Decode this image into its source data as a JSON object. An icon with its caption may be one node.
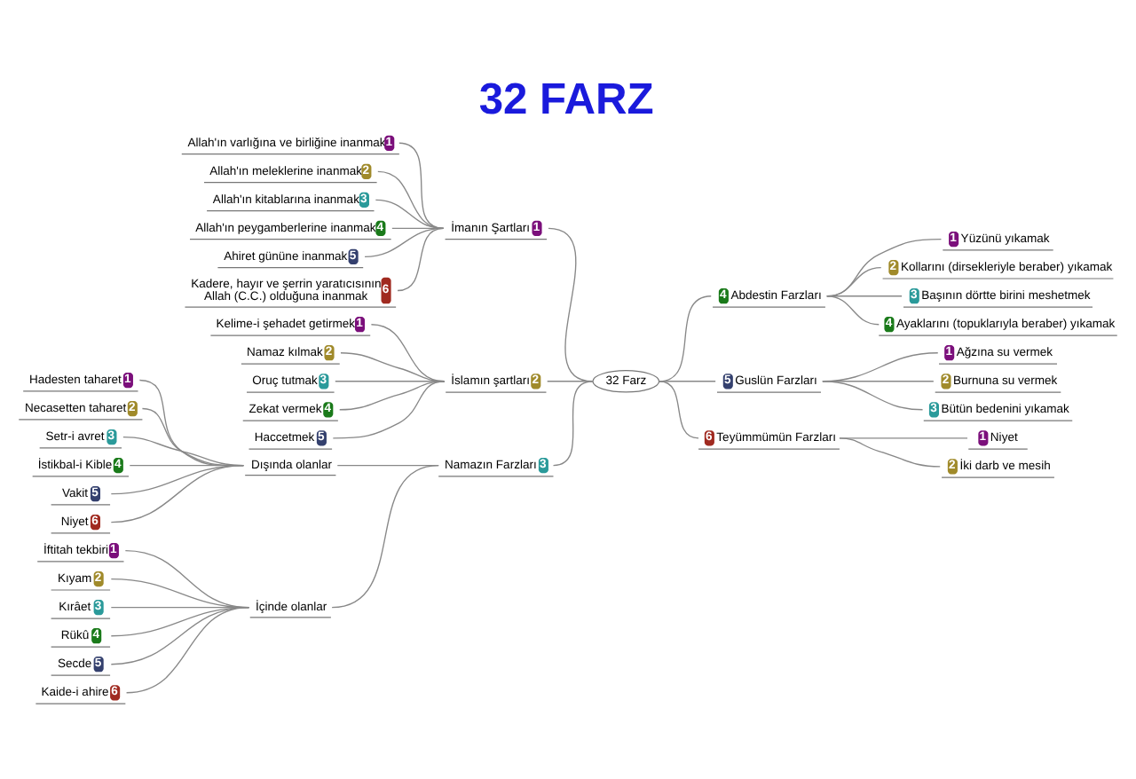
{
  "diagram": {
    "title": "32 FARZ",
    "nodes": [
      {
        "text": [
          "32 Farz"
        ]
      },
      {
        "text": [
          "İmanın Şartları",
          "1"
        ]
      },
      {
        "text": [
          "Allah'ın varlığına ve birliğine inanmak",
          "1"
        ]
      },
      {
        "text": [
          "Allah'ın meleklerine inanmak",
          "2"
        ]
      },
      {
        "text": [
          "Allah'ın kitablarına inanmak",
          "3"
        ]
      },
      {
        "text": [
          "Allah'ın peygamberlerine inanmak",
          "4"
        ]
      },
      {
        "text": [
          "Ahiret gününe inanmak",
          "5"
        ]
      },
      {
        "text": [
          "Kadere, hayır ve şerrin yaratıcısının Allah (C.C.) olduğuna inanmak",
          "6"
        ]
      },
      {
        "text": [
          "İslamın şartları",
          "2"
        ]
      },
      {
        "text": [
          "Kelime-i şehadet getirmek",
          "1"
        ]
      },
      {
        "text": [
          "Namaz kılmak",
          "2"
        ]
      },
      {
        "text": [
          "Oruç tutmak",
          "3"
        ]
      },
      {
        "text": [
          "Zekat vermek",
          "4"
        ]
      },
      {
        "text": [
          "Haccetmek",
          "5"
        ]
      },
      {
        "text": [
          "Namazın Farzları",
          "3"
        ]
      },
      {
        "text": [
          "Dışında olanlar"
        ]
      },
      {
        "text": [
          "Hadesten taharet",
          "1"
        ]
      },
      {
        "text": [
          "Necasetten taharet",
          "2"
        ]
      },
      {
        "text": [
          "Setr-i avret",
          "3"
        ]
      },
      {
        "text": [
          "İstikbal-i Kible",
          "4"
        ]
      },
      {
        "text": [
          "Vakit",
          "5"
        ]
      },
      {
        "text": [
          "Niyet",
          "6"
        ]
      },
      {
        "text": [
          "İçinde olanlar"
        ]
      },
      {
        "text": [
          "İftitah tekbiri",
          "1"
        ]
      },
      {
        "text": [
          "Kıyam",
          "2"
        ]
      },
      {
        "text": [
          "Kırâet",
          "3"
        ]
      },
      {
        "text": [
          "Rükû",
          "4"
        ]
      },
      {
        "text": [
          "Secde",
          "5"
        ]
      },
      {
        "text": [
          "Kaide-i ahire",
          "6"
        ]
      },
      {
        "text": [
          "4",
          "Abdestin Farzları"
        ]
      },
      {
        "text": [
          "1",
          "Yüzünü yıkamak"
        ]
      },
      {
        "text": [
          "2",
          "Kollarını (dirsekleriyle beraber) yıkamak"
        ]
      },
      {
        "text": [
          "3",
          "Başının dörtte birini meshetmek"
        ]
      },
      {
        "text": [
          "4",
          "Ayaklarını (topuklarıyla beraber) yıkamak"
        ]
      },
      {
        "text": [
          "5",
          "Guslün Farzları"
        ]
      },
      {
        "text": [
          "1",
          "Ağzına su vermek"
        ]
      },
      {
        "text": [
          "2",
          "Burnuna su vermek"
        ]
      },
      {
        "text": [
          "3",
          "Bütün bedenini yıkamak"
        ]
      },
      {
        "text": [
          "6",
          "Teyümmümün Farzları"
        ]
      },
      {
        "text": [
          "1",
          "Niyet"
        ]
      },
      {
        "text": [
          "2",
          "İki darb ve mesih"
        ]
      }
    ],
    "edges": [
      {
        "from": 0,
        "to": 1,
        "arrow": "none"
      },
      {
        "from": 1,
        "to": 2,
        "arrow": "none"
      },
      {
        "from": 1,
        "to": 3,
        "arrow": "none"
      },
      {
        "from": 1,
        "to": 4,
        "arrow": "none"
      },
      {
        "from": 1,
        "to": 5,
        "arrow": "none"
      },
      {
        "from": 1,
        "to": 6,
        "arrow": "none"
      },
      {
        "from": 1,
        "to": 7,
        "arrow": "none"
      },
      {
        "from": 0,
        "to": 8,
        "arrow": "none"
      },
      {
        "from": 8,
        "to": 9,
        "arrow": "none"
      },
      {
        "from": 8,
        "to": 10,
        "arrow": "none"
      },
      {
        "from": 8,
        "to": 11,
        "arrow": "none"
      },
      {
        "from": 8,
        "to": 12,
        "arrow": "none"
      },
      {
        "from": 8,
        "to": 13,
        "arrow": "none"
      },
      {
        "from": 0,
        "to": 14,
        "arrow": "none"
      },
      {
        "from": 14,
        "to": 15,
        "arrow": "none"
      },
      {
        "from": 15,
        "to": 16,
        "arrow": "none"
      },
      {
        "from": 15,
        "to": 17,
        "arrow": "none"
      },
      {
        "from": 15,
        "to": 18,
        "arrow": "none"
      },
      {
        "from": 15,
        "to": 19,
        "arrow": "none"
      },
      {
        "from": 15,
        "to": 20,
        "arrow": "none"
      },
      {
        "from": 15,
        "to": 21,
        "arrow": "none"
      },
      {
        "from": 14,
        "to": 22,
        "arrow": "none"
      },
      {
        "from": 22,
        "to": 23,
        "arrow": "none"
      },
      {
        "from": 22,
        "to": 24,
        "arrow": "none"
      },
      {
        "from": 22,
        "to": 25,
        "arrow": "none"
      },
      {
        "from": 22,
        "to": 26,
        "arrow": "none"
      },
      {
        "from": 22,
        "to": 27,
        "arrow": "none"
      },
      {
        "from": 22,
        "to": 28,
        "arrow": "none"
      },
      {
        "from": 0,
        "to": 29,
        "arrow": "none"
      },
      {
        "from": 29,
        "to": 30,
        "arrow": "none"
      },
      {
        "from": 29,
        "to": 31,
        "arrow": "none"
      },
      {
        "from": 29,
        "to": 32,
        "arrow": "none"
      },
      {
        "from": 29,
        "to": 33,
        "arrow": "none"
      },
      {
        "from": 0,
        "to": 34,
        "arrow": "none"
      },
      {
        "from": 34,
        "to": 35,
        "arrow": "none"
      },
      {
        "from": 34,
        "to": 36,
        "arrow": "none"
      },
      {
        "from": 34,
        "to": 37,
        "arrow": "none"
      },
      {
        "from": 0,
        "to": 38,
        "arrow": "none"
      },
      {
        "from": 38,
        "to": 39,
        "arrow": "none"
      },
      {
        "from": 38,
        "to": 40,
        "arrow": "none"
      }
    ]
  }
}
